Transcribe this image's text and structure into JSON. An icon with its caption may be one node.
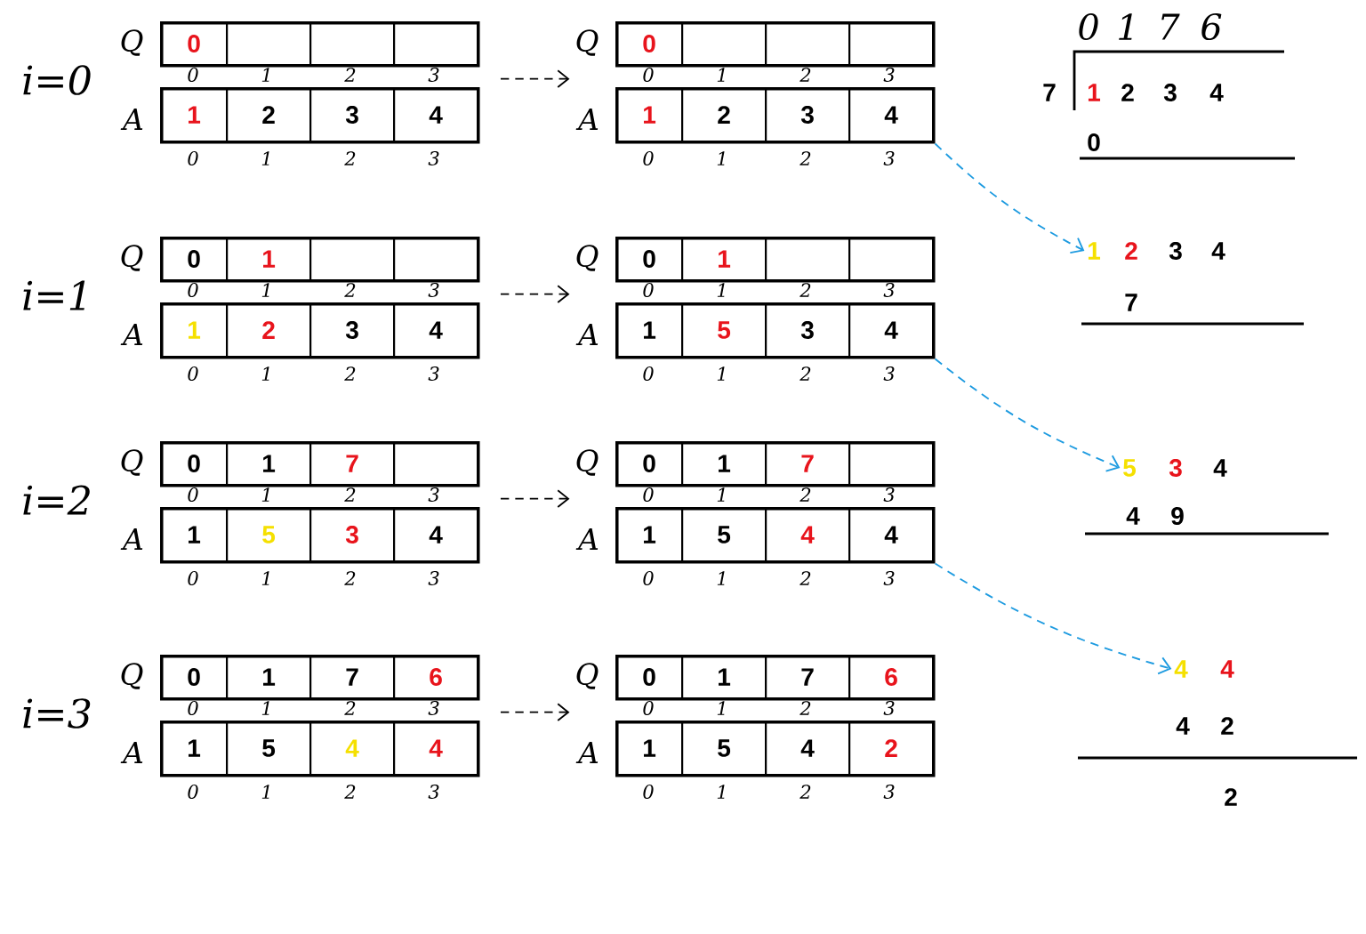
{
  "diagram": {
    "nodes": [
      {
        "text": [],
        "shape": "box"
      },
      {
        "text": [
          "0"
        ],
        "in": 0
      },
      {
        "text": [],
        "shape": "box",
        "in": 0
      },
      {
        "text": [],
        "shape": "box",
        "in": 0
      },
      {
        "text": [],
        "shape": "box",
        "in": 0
      },
      {
        "text": [],
        "shape": "box"
      },
      {
        "text": [
          "1"
        ],
        "in": 5
      },
      {
        "text": [
          "2"
        ],
        "in": 5
      },
      {
        "text": [
          "3"
        ],
        "in": 5
      },
      {
        "text": [
          "4"
        ],
        "in": 5
      },
      {
        "text": [],
        "shape": "box"
      },
      {
        "text": [
          "0"
        ],
        "in": 10
      },
      {
        "text": [],
        "shape": "box",
        "in": 10
      },
      {
        "text": [],
        "shape": "box",
        "in": 10
      },
      {
        "text": [],
        "shape": "box",
        "in": 10
      },
      {
        "text": [],
        "shape": "box"
      },
      {
        "text": [
          "1"
        ],
        "in": 15
      },
      {
        "text": [
          "2"
        ],
        "in": 15
      },
      {
        "text": [
          "3"
        ],
        "in": 15
      },
      {
        "text": [
          "4"
        ],
        "in": 15
      },
      {
        "text": [],
        "shape": "box"
      },
      {
        "text": [
          "0"
        ],
        "in": 20
      },
      {
        "text": [
          "1"
        ],
        "in": 20
      },
      {
        "text": [],
        "shape": "box",
        "in": 20
      },
      {
        "text": [],
        "shape": "box",
        "in": 20
      },
      {
        "text": [],
        "shape": "box"
      },
      {
        "text": [
          "1"
        ],
        "in": 25
      },
      {
        "text": [
          "2"
        ],
        "in": 25
      },
      {
        "text": [
          "3"
        ],
        "in": 25
      },
      {
        "text": [
          "4"
        ],
        "in": 25
      },
      {
        "text": [],
        "shape": "box"
      },
      {
        "text": [
          "0"
        ],
        "in": 30
      },
      {
        "text": [
          "1"
        ],
        "in": 30
      },
      {
        "text": [],
        "shape": "box",
        "in": 30
      },
      {
        "text": [],
        "shape": "box",
        "in": 30
      },
      {
        "text": [],
        "shape": "box"
      },
      {
        "text": [
          "1"
        ],
        "in": 35
      },
      {
        "text": [
          "5"
        ],
        "in": 35
      },
      {
        "text": [
          "3"
        ],
        "in": 35
      },
      {
        "text": [
          "4"
        ],
        "in": 35
      },
      {
        "text": [],
        "shape": "box"
      },
      {
        "text": [
          "0"
        ],
        "in": 40
      },
      {
        "text": [
          "1"
        ],
        "in": 40
      },
      {
        "text": [
          "7"
        ],
        "in": 40
      },
      {
        "text": [],
        "shape": "box",
        "in": 40
      },
      {
        "text": [],
        "shape": "box"
      },
      {
        "text": [
          "1"
        ],
        "in": 45
      },
      {
        "text": [
          "5"
        ],
        "in": 45
      },
      {
        "text": [
          "3"
        ],
        "in": 45
      },
      {
        "text": [
          "4"
        ],
        "in": 45
      },
      {
        "text": [],
        "shape": "box"
      },
      {
        "text": [
          "0"
        ],
        "in": 50
      },
      {
        "text": [
          "1"
        ],
        "in": 50
      },
      {
        "text": [
          "7"
        ],
        "in": 50
      },
      {
        "text": [],
        "shape": "box",
        "in": 50
      },
      {
        "text": [],
        "shape": "box"
      },
      {
        "text": [
          "1"
        ],
        "in": 55
      },
      {
        "text": [
          "5"
        ],
        "in": 55
      },
      {
        "text": [
          "4"
        ],
        "in": 55
      },
      {
        "text": [
          "4"
        ],
        "in": 55
      },
      {
        "text": [],
        "shape": "box"
      },
      {
        "text": [
          "0"
        ],
        "in": 60
      },
      {
        "text": [
          "1"
        ],
        "in": 60
      },
      {
        "text": [
          "7"
        ],
        "in": 60
      },
      {
        "text": [
          "6"
        ],
        "in": 60
      },
      {
        "text": [],
        "shape": "box"
      },
      {
        "text": [
          "1"
        ],
        "in": 65
      },
      {
        "text": [
          "5"
        ],
        "in": 65
      },
      {
        "text": [
          "4"
        ],
        "in": 65
      },
      {
        "text": [
          "4"
        ],
        "in": 65
      },
      {
        "text": [],
        "shape": "box"
      },
      {
        "text": [
          "0"
        ],
        "in": 70
      },
      {
        "text": [
          "1"
        ],
        "in": 70
      },
      {
        "text": [
          "7"
        ],
        "in": 70
      },
      {
        "text": [
          "6"
        ],
        "in": 70
      },
      {
        "text": [],
        "shape": "box"
      },
      {
        "text": [
          "1"
        ],
        "in": 75
      },
      {
        "text": [
          "5"
        ],
        "in": 75
      },
      {
        "text": [
          "4"
        ],
        "in": 75
      },
      {
        "text": [
          "2"
        ],
        "in": 75
      },
      {
        "text": [
          "7"
        ]
      },
      {
        "text": [
          "1"
        ]
      },
      {
        "text": [
          "2"
        ]
      },
      {
        "text": [
          "3"
        ]
      },
      {
        "text": [
          "4"
        ]
      },
      {
        "text": [
          "0"
        ]
      },
      {
        "text": [
          "1"
        ]
      },
      {
        "text": [
          "2"
        ]
      },
      {
        "text": [
          "3"
        ]
      },
      {
        "text": [
          "4"
        ]
      },
      {
        "text": [
          "7"
        ]
      },
      {
        "text": [
          "5"
        ]
      },
      {
        "text": [
          "3"
        ]
      },
      {
        "text": [
          "4"
        ]
      },
      {
        "text": [
          "4"
        ]
      },
      {
        "text": [
          "9"
        ]
      },
      {
        "text": [
          "4"
        ]
      },
      {
        "text": [
          "4"
        ]
      },
      {
        "text": [
          "4"
        ]
      },
      {
        "text": [
          "2"
        ]
      },
      {
        "text": [
          "2"
        ]
      }
    ],
    "edges": [
      {
        "from": 5,
        "to": 15,
        "arrow": "to",
        "style": "dashed"
      },
      {
        "from": 25,
        "to": 35,
        "arrow": "to",
        "style": "dashed"
      },
      {
        "from": 45,
        "to": 55,
        "arrow": "to",
        "style": "dashed"
      },
      {
        "from": 65,
        "to": 75,
        "arrow": "to",
        "style": "dashed"
      },
      {
        "from": 15,
        "to": 86,
        "arrow": "to",
        "style": "dashed",
        "color": "#1e9be0"
      },
      {
        "from": 35,
        "to": 91,
        "arrow": "to",
        "style": "dashed",
        "color": "#1e9be0"
      },
      {
        "from": 55,
        "to": 96,
        "arrow": "to",
        "style": "dashed",
        "color": "#1e9be0"
      }
    ],
    "labels": [
      "0",
      "1",
      "7",
      "6",
      "i=0",
      "Q",
      "0",
      "1",
      "2",
      "3",
      "A",
      "0",
      "1",
      "2",
      "3",
      "Q",
      "0",
      "1",
      "2",
      "3",
      "A",
      "0",
      "1",
      "2",
      "3",
      "i=1",
      "Q",
      "0",
      "1",
      "2",
      "3",
      "A",
      "0",
      "1",
      "2",
      "3",
      "Q",
      "0",
      "1",
      "2",
      "3",
      "A",
      "0",
      "1",
      "2",
      "3",
      "i=2",
      "Q",
      "0",
      "1",
      "2",
      "3",
      "A",
      "0",
      "1",
      "2",
      "3",
      "Q",
      "0",
      "1",
      "2",
      "3",
      "A",
      "0",
      "1",
      "2",
      "3",
      "i=3",
      "Q",
      "0",
      "1",
      "2",
      "3",
      "A",
      "0",
      "1",
      "2",
      "3",
      "Q",
      "0",
      "1",
      "2",
      "3",
      "A",
      "0",
      "1",
      "2",
      "3"
    ]
  }
}
